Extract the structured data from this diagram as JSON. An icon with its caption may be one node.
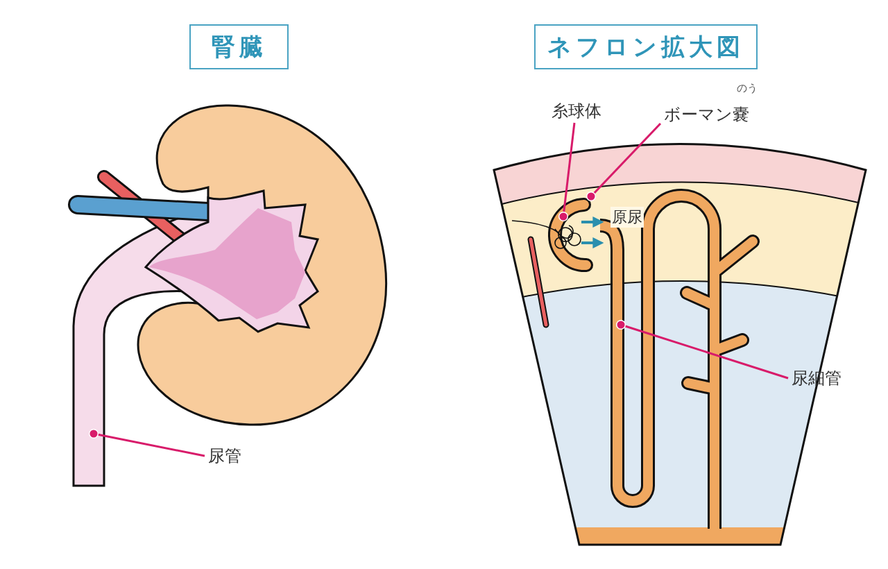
{
  "diagram": {
    "nodes": [
      {
        "text": [
          "腎臓"
        ]
      },
      {
        "text": [
          "ネフロン拡大図"
        ]
      },
      {
        "text": [
          "尿管"
        ]
      },
      {
        "text": [
          "糸球体"
        ]
      },
      {
        "text": [
          "ボーマン嚢"
        ],
        "beside": [
          "のう"
        ]
      },
      {
        "text": [
          "尿細管"
        ]
      }
    ],
    "edges": [
      {
        "from": 2,
        "to": null,
        "arrow": "other"
      },
      {
        "from": 3,
        "to": null,
        "arrow": "other"
      },
      {
        "from": 4,
        "to": null,
        "arrow": "other"
      },
      {
        "from": 5,
        "to": null,
        "arrow": "other"
      }
    ],
    "labels": [
      "原尿"
    ]
  }
}
